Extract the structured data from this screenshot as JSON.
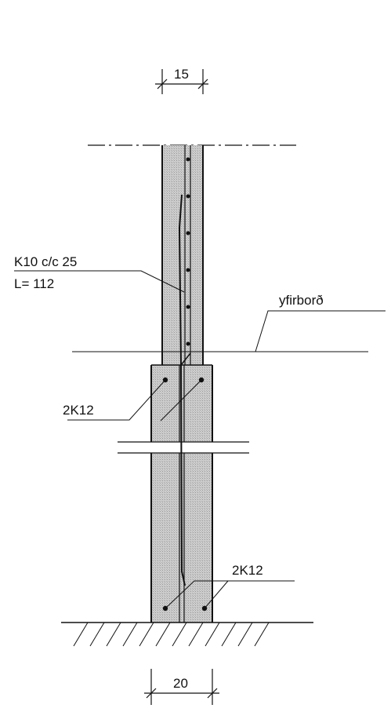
{
  "drawing": {
    "dim_top": "15",
    "dim_bottom": "20",
    "rebar_label_line1": "K10 c/c 25",
    "rebar_label_line2": "L= 112",
    "surface_label": "yfirborð",
    "bars_upper_label": "2K12",
    "bars_lower_label": "2K12"
  },
  "colors": {
    "concrete_fill": "#c4c4c4",
    "line": "#111111"
  }
}
